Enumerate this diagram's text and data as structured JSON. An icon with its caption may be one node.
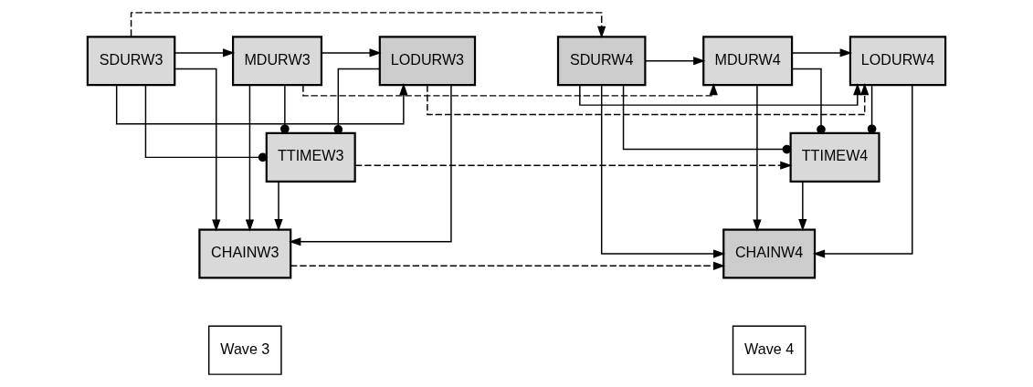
{
  "diagram": {
    "nodes": [
      {
        "text": [
          "SDURW3"
        ]
      },
      {
        "text": [
          "MDURW3"
        ]
      },
      {
        "text": [
          "LODURW3"
        ]
      },
      {
        "text": [
          "TTIMEW3"
        ]
      },
      {
        "text": [
          "CHAINW3"
        ]
      },
      {
        "text": [
          "SDURW4"
        ]
      },
      {
        "text": [
          "MDURW4"
        ]
      },
      {
        "text": [
          "LODURW4"
        ]
      },
      {
        "text": [
          "TTIMEW4"
        ]
      },
      {
        "text": [
          "CHAINW4"
        ]
      },
      {
        "text": [
          "Wave 3"
        ]
      },
      {
        "text": [
          "Wave 4"
        ]
      }
    ],
    "edges": [
      {
        "from": 0,
        "to": 1,
        "arrow": "to"
      },
      {
        "from": 1,
        "to": 2,
        "arrow": "to"
      },
      {
        "from": 0,
        "to": 2,
        "arrow": "to"
      },
      {
        "from": 0,
        "to": 3,
        "arrow": "other"
      },
      {
        "from": 1,
        "to": 3,
        "arrow": "other"
      },
      {
        "from": 2,
        "to": 3,
        "arrow": "other"
      },
      {
        "from": 3,
        "to": 4,
        "arrow": "to"
      },
      {
        "from": 0,
        "to": 4,
        "arrow": "to"
      },
      {
        "from": 1,
        "to": 4,
        "arrow": "to"
      },
      {
        "from": 2,
        "to": 4,
        "arrow": "to"
      },
      {
        "from": 5,
        "to": 6,
        "arrow": "to"
      },
      {
        "from": 6,
        "to": 7,
        "arrow": "to"
      },
      {
        "from": 5,
        "to": 7,
        "arrow": "to"
      },
      {
        "from": 5,
        "to": 8,
        "arrow": "other"
      },
      {
        "from": 6,
        "to": 8,
        "arrow": "other"
      },
      {
        "from": 7,
        "to": 8,
        "arrow": "other"
      },
      {
        "from": 8,
        "to": 9,
        "arrow": "to"
      },
      {
        "from": 5,
        "to": 9,
        "arrow": "to"
      },
      {
        "from": 6,
        "to": 9,
        "arrow": "to"
      },
      {
        "from": 7,
        "to": 9,
        "arrow": "to"
      },
      {
        "from": 0,
        "to": 5,
        "arrow": "to",
        "style": "dashed"
      },
      {
        "from": 1,
        "to": 6,
        "arrow": "to",
        "style": "dashed"
      },
      {
        "from": 2,
        "to": 7,
        "arrow": "to",
        "style": "dashed"
      },
      {
        "from": 3,
        "to": 8,
        "arrow": "to",
        "style": "dashed"
      },
      {
        "from": 4,
        "to": 9,
        "arrow": "to",
        "style": "dashed"
      }
    ]
  }
}
